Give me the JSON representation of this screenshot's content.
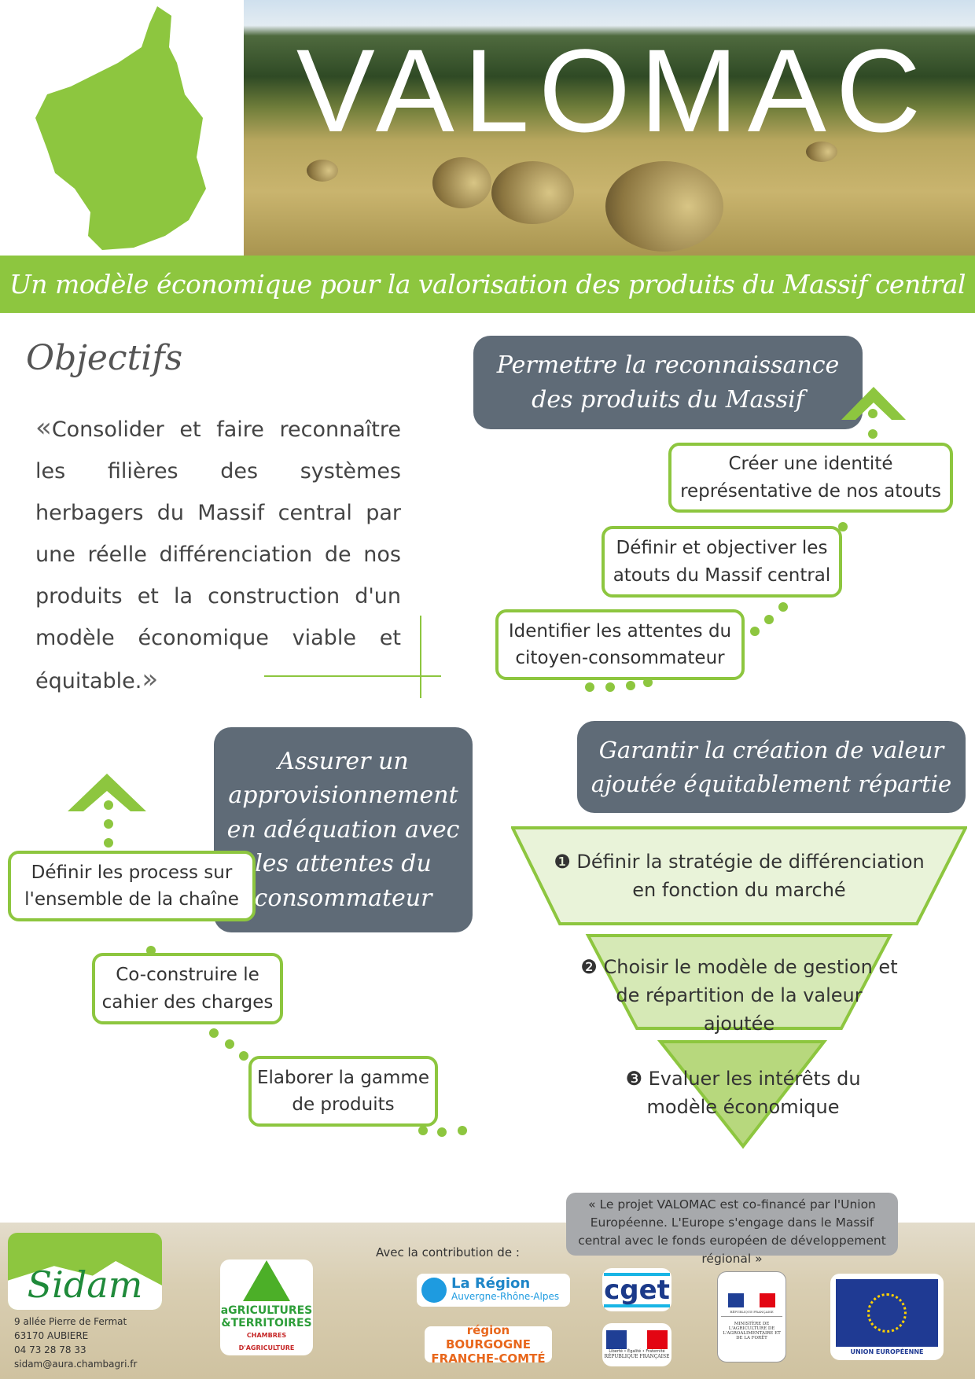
{
  "header": {
    "title": "VALOMAC",
    "subtitle": "Un modèle économique pour la valorisation des produits du Massif central"
  },
  "objectives": {
    "heading": "Objectifs",
    "open_quote": "«",
    "text": "Consolider et faire reconnaître les filières des systèmes herbagers du Massif central par une réelle différenciation de nos produits et la construction d'un modèle économique viable et équitable.",
    "close_quote": "»"
  },
  "recognition": {
    "title": "Permettre la reconnaissance des produits du Massif",
    "steps": [
      "Créer une identité représentative de nos atouts",
      "Définir et objectiver les atouts du Massif central",
      "Identifier les attentes du citoyen-consommateur"
    ]
  },
  "supply": {
    "title": "Assurer un approvisionnement en adéquation avec les attentes du consommateur",
    "steps": [
      "Définir les process sur l'ensemble de la chaîne",
      "Co-construire le cahier des charges",
      "Elaborer la gamme de produits"
    ]
  },
  "value": {
    "title": "Garantir la création de valeur ajoutée équitablement répartie",
    "steps": [
      "❶ Définir la stratégie de différenciation en fonction du marché",
      "❷ Choisir le modèle de gestion et de répartition de la valeur ajoutée",
      "❸ Evaluer les intérêts du modèle économique"
    ]
  },
  "footer": {
    "sidam": {
      "logo": "Sidam",
      "address": [
        "9 allée Pierre de Fermat",
        "63170 AUBIERE",
        "04 73 28 78 33",
        "sidam@aura.chambagri.fr"
      ]
    },
    "contribution_label": "Avec la contribution de :",
    "eu_note": "« Le projet VALOMAC est co-financé par l'Union Européenne. L'Europe s'engage dans le Massif central avec le fonds européen de développement régional »",
    "logos": {
      "chambres": [
        "aGRICULTURES",
        "&TERRITOIRES",
        "CHAMBRES D'AGRICULTURE"
      ],
      "aura": [
        "La Région",
        "Auvergne-Rhône-Alpes"
      ],
      "bfc": [
        "région BOURGOGNE",
        "FRANCHE-COMTÉ"
      ],
      "cget": "cget",
      "rf": [
        "Liberté • Égalité • Fraternité",
        "RÉPUBLIQUE FRANÇAISE"
      ],
      "ministere": [
        "MINISTÈRE DE L'AGRICULTURE DE L'AGROALIMENTAIRE ET DE LA FORÊT"
      ],
      "eu": "UNION EUROPÉENNE"
    }
  }
}
